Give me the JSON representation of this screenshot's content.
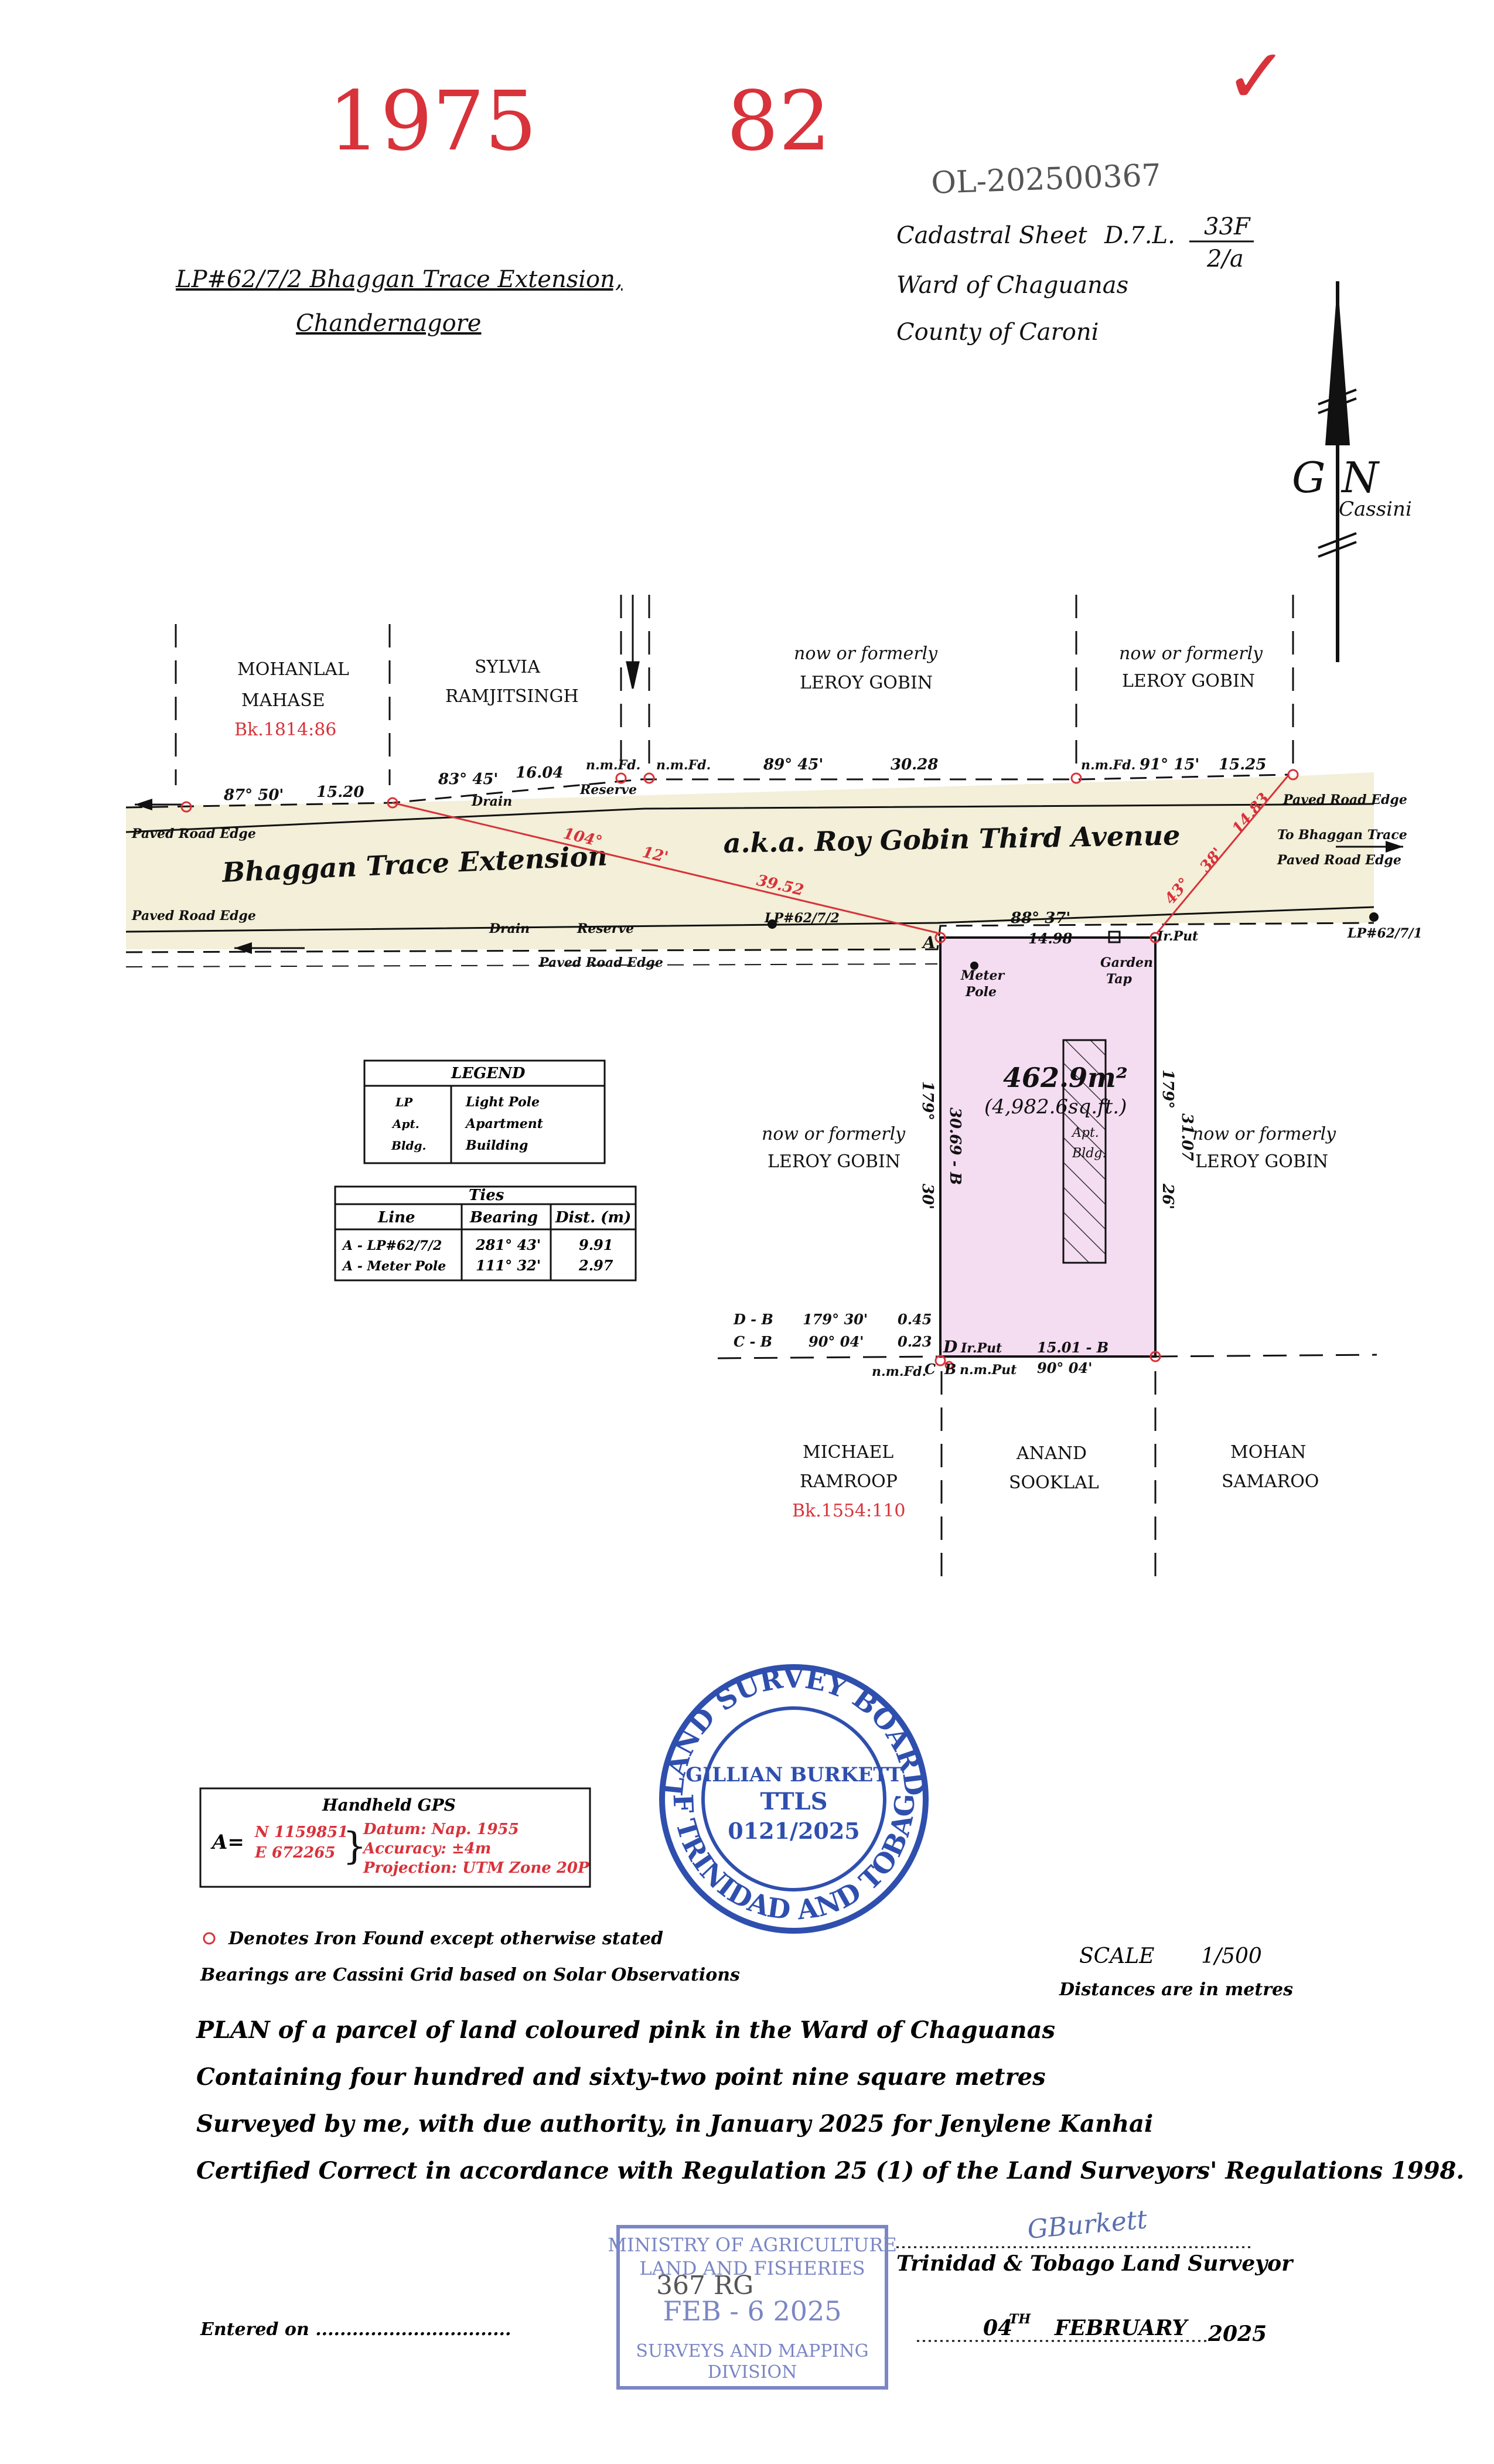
{
  "handwritten": {
    "top_left_number": "1975",
    "top_mid_number": "82",
    "file_ref": "OL-202500367",
    "check_mark": "✓"
  },
  "header": {
    "lp_title": "LP#62/7/2 Bhaggan Trace Extension,",
    "lp_subtitle": "Chandernagore",
    "cadastral_sheet_label": "Cadastral Sheet",
    "dtl_label": "D.7.L.",
    "sheet_num": "33F",
    "sheet_sub": "2/a",
    "ward": "Ward of Chaguanas",
    "county": "County of Caroni"
  },
  "north_arrow": {
    "g": "G",
    "n": "N",
    "label": "Cassini"
  },
  "neighbors": {
    "mohanlal_1": "MOHANLAL",
    "mohanlal_2": "MAHASE",
    "mohanlal_bk": "Bk.1814:86",
    "sylvia_1": "SYLVIA",
    "sylvia_2": "RAMJITSINGH",
    "nof_label": "now or formerly",
    "leroy": "LEROY  GOBIN",
    "michael_1": "MICHAEL",
    "michael_2": "RAMROOP",
    "michael_bk": "Bk.1554:110",
    "anand_1": "ANAND",
    "anand_2": "SOOKLAL",
    "mohan_1": "MOHAN",
    "mohan_2": "SAMAROO"
  },
  "road": {
    "name_main": "Bhaggan  Trace  Extension",
    "aka": "a.k.a.  Roy  Gobin  Third  Avenue",
    "paved_edge": "Paved Road Edge",
    "to_bhaggan": "To Bhaggan Trace",
    "drain": "Drain",
    "reserve": "Reserve"
  },
  "dims": {
    "b1": "87°   50'",
    "d1": "15.20",
    "b2": "83°   45'",
    "d2": "16.04",
    "nmfd": "n.m.Fd.",
    "b3": "89°   45'",
    "d3": "30.28",
    "b4": "91°   15'",
    "d4": "15.25",
    "tie_b": "104°",
    "tie_b2": "12'",
    "tie_d": "39.52",
    "lp_a": "LP#62/7/2",
    "lp_b": "LP#62/7/1",
    "b5": "88°   37'",
    "d5": "14.98",
    "irput": "Ir.Put",
    "tie2_b": "43°",
    "tie2_b2": "38'",
    "tie2_d": "14.83",
    "left_b": "179°",
    "left_d": "30.69 - B",
    "left_min": "30'",
    "right_b": "179°",
    "right_d": "31.07",
    "right_min": "26'",
    "bottom_d": "15.01 - B",
    "bottom_b": "90°   04'",
    "d_b_b": "179°  30'",
    "d_b_d": "0.45",
    "c_b_b": "90°   04'",
    "c_b_d": "0.23",
    "d_b": "D - B",
    "c_b": "C - B",
    "pt_a": "A",
    "pt_d": "D",
    "pt_c": "C",
    "pt_b": "B",
    "irput_d": "Ir.Put",
    "nmfd_c": "n.m.Fd.",
    "nmput_b": "n.m.Put",
    "meter": "Meter",
    "pole": "Pole",
    "garden": "Garden",
    "tap": "Tap"
  },
  "parcel": {
    "area_m2": "462.9m²",
    "area_ft2": "(4,982.6sq.ft.)",
    "apt": "Apt.",
    "bldg": "Bldg."
  },
  "legend": {
    "title": "LEGEND",
    "rows": [
      {
        "abbr": "LP",
        "meaning": "Light Pole"
      },
      {
        "abbr": "Apt.",
        "meaning": "Apartment"
      },
      {
        "abbr": "Bldg.",
        "meaning": "Building"
      }
    ]
  },
  "ties": {
    "title": "Ties",
    "headers": [
      "Line",
      "Bearing",
      "Dist. (m)"
    ],
    "rows": [
      {
        "line": "A - LP#62/7/2",
        "bearing": "281°  43'",
        "dist": "9.91"
      },
      {
        "line": "A - Meter Pole",
        "bearing": "111°  32'",
        "dist": "2.97"
      }
    ]
  },
  "stamp": {
    "ring_top": "LAND SURVEY BOARD",
    "ring_bottom": "OF TRINIDAD AND TOBAGO",
    "name": "GILLIAN BURKETT",
    "ttls": "TTLS",
    "num": "0121/2025"
  },
  "gps": {
    "title": "Handheld GPS",
    "a": "A=",
    "n": "N 1159851",
    "e": "E  672265",
    "datum": "Datum: Nap. 1955",
    "accuracy": "Accuracy: ±4m",
    "projection": "Projection: UTM Zone 20P"
  },
  "notes": {
    "iron": "Denotes Iron Found except otherwise stated",
    "bearings": "Bearings are Cassini Grid based on Solar Observations",
    "scale_label": "SCALE",
    "scale_val": "1/500",
    "distances": "Distances are in metres"
  },
  "plan_text": {
    "l1": "PLAN of a parcel of land coloured pink in the Ward of Chaguanas",
    "l2": "Containing four hundred and sixty-two point nine square metres",
    "l3": "Surveyed by me, with due authority, in January 2025 for Jenylene Kanhai",
    "l4": "Certified Correct in accordance with Regulation 25 (1) of the Land Surveyors' Regulations 1998."
  },
  "ministry_stamp": {
    "l1": "MINISTRY OF AGRICULTURE",
    "l2": "LAND AND FISHERIES",
    "hand": "367  RG",
    "date": "FEB - 6 2025",
    "l4": "SURVEYS AND MAPPING",
    "l5": "DIVISION"
  },
  "signature": {
    "sig": "GBurkett",
    "surveyor": "Trinidad & Tobago Land Surveyor",
    "date_day": "04",
    "date_sup": "TH",
    "date_month": "FEBRUARY",
    "date_year": "2025",
    "entered_on": "Entered on ................................"
  },
  "colors": {
    "red": "#d8323a",
    "road_fill": "#f3efd8",
    "parcel_fill": "#f4dcf1",
    "stamp_blue": "#2f4fae",
    "ministry_blue": "#7b86c4"
  }
}
